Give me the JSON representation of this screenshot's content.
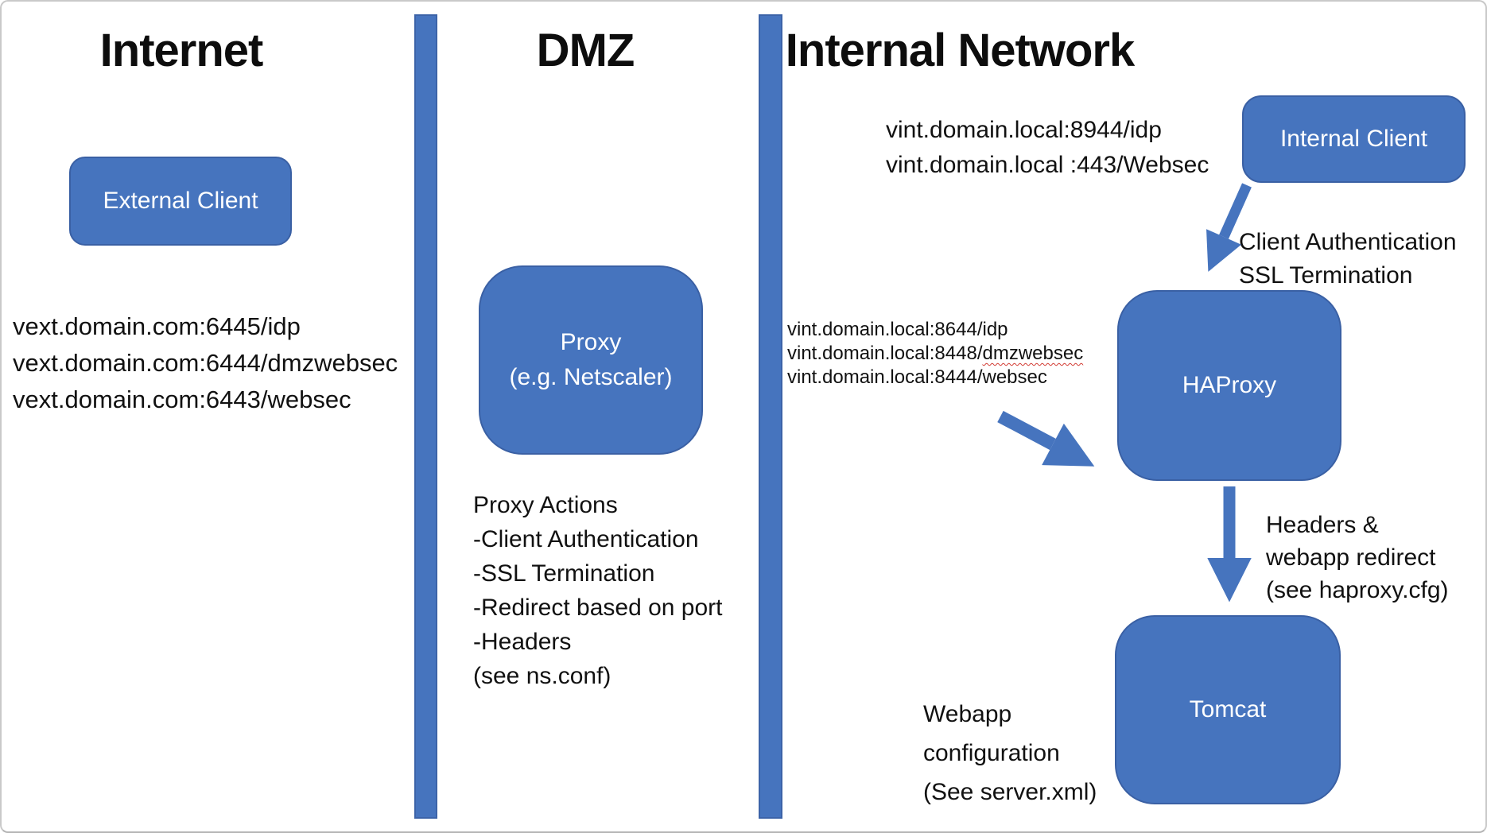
{
  "zones": [
    {
      "title": "Internet"
    },
    {
      "title": "DMZ"
    },
    {
      "title": "Internal Network"
    }
  ],
  "nodes": {
    "external_client": {
      "label": "External Client"
    },
    "proxy": {
      "lines": [
        "Proxy",
        "(e.g. Netscaler)"
      ]
    },
    "internal_client": {
      "label": "Internal Client"
    },
    "haproxy": {
      "label": "HAProxy"
    },
    "tomcat": {
      "label": "Tomcat"
    }
  },
  "annotations": {
    "vext_endpoints": {
      "lines": [
        "vext.domain.com:6445/idp",
        "vext.domain.com:6444/dmzwebsec",
        "vext.domain.com:6443/websec"
      ]
    },
    "proxy_actions": {
      "lines": [
        "Proxy Actions",
        "-Client Authentication",
        "-SSL Termination",
        "-Redirect based on port",
        "-Headers",
        "(see ns.conf)"
      ]
    },
    "vint_client_endpoints": {
      "lines": [
        "vint.domain.local:8944/idp",
        "vint.domain.local :443/Websec"
      ]
    },
    "client_auth": {
      "lines": [
        "Client Authentication",
        "SSL Termination"
      ]
    },
    "vint_haproxy_endpoints": {
      "line1": "vint.domain.local:8644/idp",
      "line2_prefix": "vint.domain.local:8448/",
      "line2_flagged": "dmzwebsec",
      "line3": "vint.domain.local:8444/websec"
    },
    "headers_redirect": {
      "lines": [
        "Headers &",
        "webapp redirect",
        "(see haproxy.cfg)"
      ]
    },
    "webapp_config": {
      "lines": [
        "Webapp",
        "configuration",
        "(See server.xml)"
      ]
    }
  },
  "colors": {
    "shape_fill": "#4674be",
    "shape_border": "#3a60a4",
    "arrow": "#4674be",
    "spellcheck_underline": "#d23b33",
    "text_on_shape": "#ffffff",
    "text": "#111111"
  }
}
